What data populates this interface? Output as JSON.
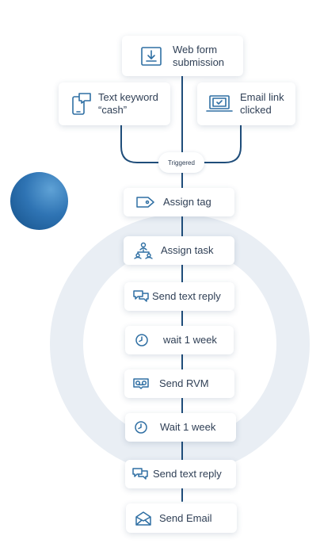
{
  "triggers": [
    {
      "label": "Web form\nsubmission",
      "icon": "web-form-download-icon"
    },
    {
      "label": "Text keyword\n“cash”",
      "icon": "phone-chat-icon"
    },
    {
      "label": "Email link\nclicked",
      "icon": "laptop-check-icon"
    }
  ],
  "triggered_label": "Triggered",
  "steps": [
    {
      "label": "Assign tag",
      "icon": "tag-icon"
    },
    {
      "label": "Assign task",
      "icon": "team-hierarchy-icon"
    },
    {
      "label": "Send text reply",
      "icon": "chat-bubbles-icon"
    },
    {
      "label": "wait 1 week",
      "icon": "clock-icon"
    },
    {
      "label": "Send RVM",
      "icon": "voicemail-icon"
    },
    {
      "label": "Wait 1 week",
      "icon": "clock-icon"
    },
    {
      "label": "Send text reply",
      "icon": "chat-bubbles-icon"
    },
    {
      "label": "Send Email",
      "icon": "envelope-icon"
    }
  ],
  "colors": {
    "line": "#1f4d7a",
    "icon": "#2f6fa3",
    "ring": "#e9eef4",
    "orb": "#2f74b4"
  }
}
